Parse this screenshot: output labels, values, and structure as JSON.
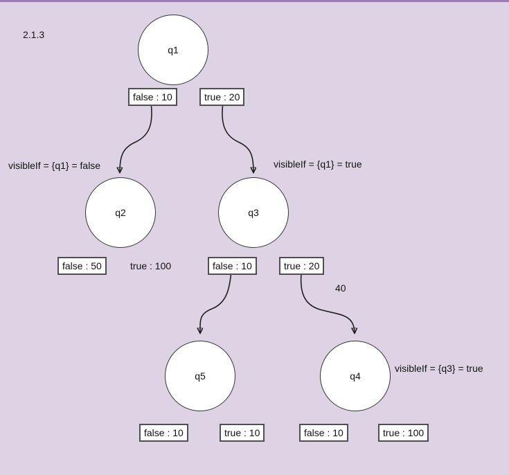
{
  "canvas": {
    "version_label": "2.1.3",
    "background_color": "#ddd3e5",
    "top_bar_color": "#9b7eb7",
    "node_fill_color": "#ffffff",
    "node_border_color": "#333333",
    "edge_color": "#1f1f1f"
  },
  "nodes": [
    {
      "id": "q1",
      "label": "q1"
    },
    {
      "id": "q2",
      "label": "q2"
    },
    {
      "id": "q3",
      "label": "q3"
    },
    {
      "id": "q5",
      "label": "q5"
    },
    {
      "id": "q4",
      "label": "q4"
    }
  ],
  "value_boxes": [
    {
      "label": "false : 10"
    },
    {
      "label": "true : 20"
    },
    {
      "label": "false : 50"
    },
    {
      "label": "true : 100"
    },
    {
      "label": "false : 10"
    },
    {
      "label": "true : 20"
    },
    {
      "label": "false : 10"
    },
    {
      "label": "true : 10"
    },
    {
      "label": "false : 10"
    },
    {
      "label": "true : 100"
    }
  ],
  "annotations": [
    {
      "text": "visibleIf = {q1} = false"
    },
    {
      "text": "visibleIf = {q1} = true"
    },
    {
      "text": "visibleIf = {q3} = true"
    },
    {
      "text": "40"
    }
  ],
  "edges": [
    {
      "from": "q1 : false : 10",
      "to": "q2"
    },
    {
      "from": "q1 : true : 20",
      "to": "q3"
    },
    {
      "from": "q3 : false : 10",
      "to": "q5"
    },
    {
      "from": "q3 : true : 20",
      "to": "q4"
    }
  ]
}
